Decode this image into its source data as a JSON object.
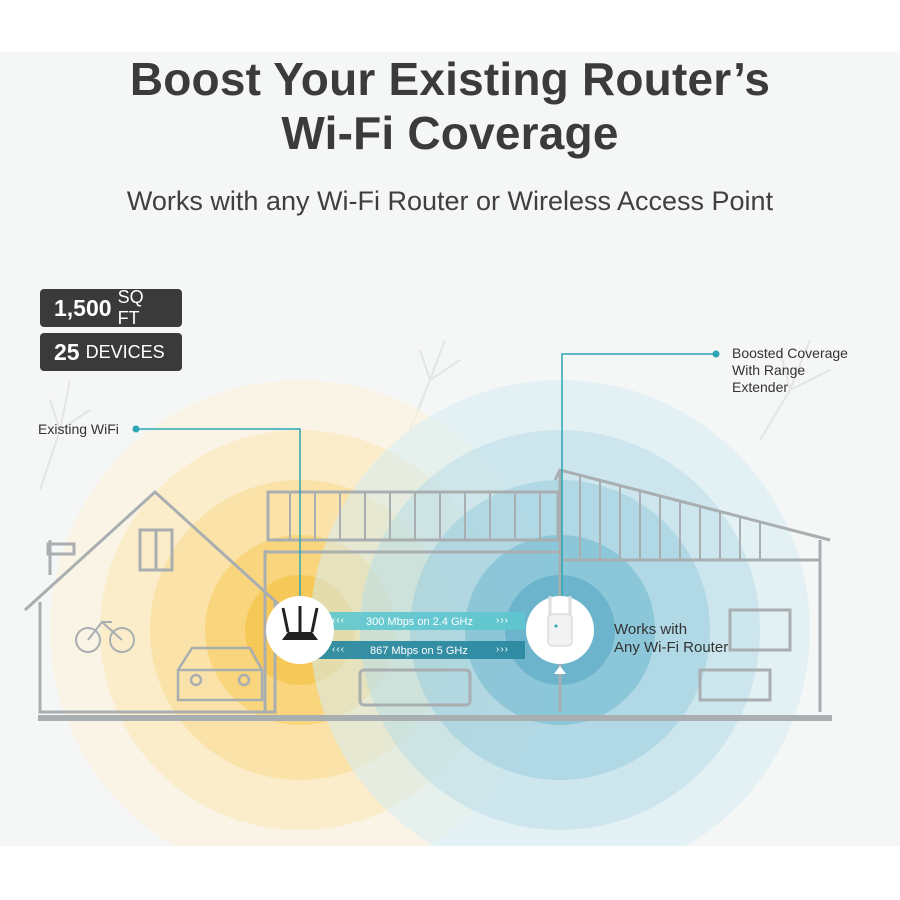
{
  "title_line1": "Boost Your Existing Router’s",
  "title_line2": "Wi-Fi Coverage",
  "subtitle": "Works with any Wi-Fi Router or Wireless Access Point",
  "badges": [
    {
      "number": "1,500",
      "unit": "SQ FT"
    },
    {
      "number": "25",
      "unit": "DEVICES"
    }
  ],
  "callouts": {
    "existing_wifi": "Existing WiFi",
    "boosted_line1": "Boosted Coverage",
    "boosted_line2": "With Range",
    "boosted_line3": "Extender"
  },
  "speeds": {
    "band_24": "300 Mbps on 2.4 GHz",
    "band_5": "867 Mbps on 5 GHz",
    "arrows_left": "‹‹‹",
    "arrows_right": "›››"
  },
  "works_with": {
    "line1": "Works with",
    "line2": "Any Wi-Fi Router"
  },
  "colors": {
    "router_glow": "#f7d774",
    "extender_glow": "#7fc3d6",
    "accent_teal": "#2aa6b5",
    "badge_bg": "#3a3a3a"
  },
  "icons": [
    "router-icon",
    "range-extender-icon",
    "bicycle-icon",
    "car-icon"
  ]
}
